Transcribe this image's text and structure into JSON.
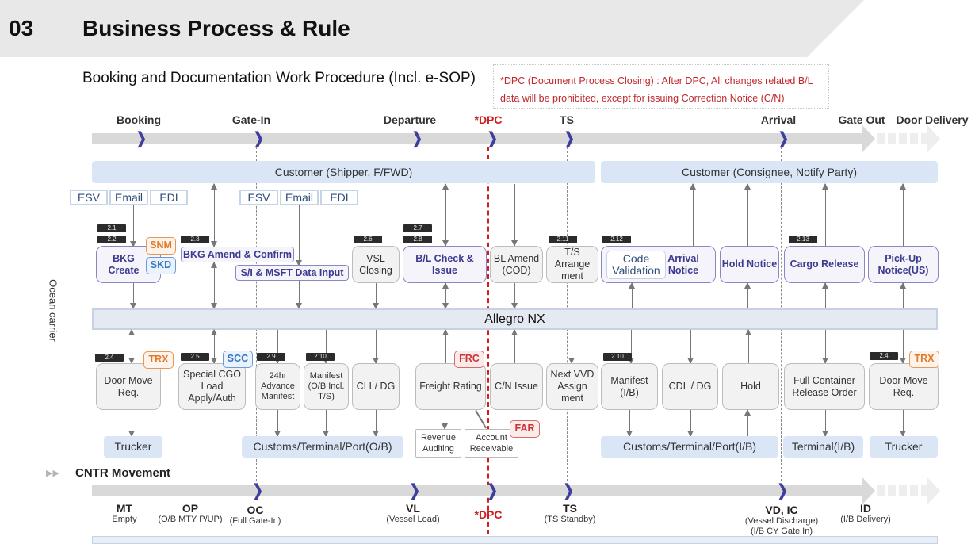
{
  "header": {
    "section_number": "03",
    "section_title": "Business Process & Rule",
    "subtitle": "Booking and Documentation Work Procedure (Incl. e-SOP)"
  },
  "note": {
    "line1": "*DPC (Document Process Closing) : After DPC,  All changes related B/L",
    "line2": "data will be prohibited, except for issuing Correction Notice (C/N)"
  },
  "milestones": {
    "booking": "Booking",
    "gate_in": "Gate-In",
    "departure": "Departure",
    "dpc": "*DPC",
    "ts": "TS",
    "arrival": "Arrival",
    "gate_out": "Gate Out",
    "door_delivery": "Door Delivery"
  },
  "lanes": {
    "customer_ob": "Customer (Shipper, F/FWD)",
    "customer_ib": "Customer (Consignee, Notify Party)",
    "allegro": "Allegro NX",
    "ocean_carrier": "Ocean carrier",
    "trucker": "Trucker",
    "customs_ob": "Customs/Terminal/Port(O/B)",
    "customs_ib": "Customs/Terminal/Port(I/B)",
    "terminal_ib": "Terminal(I/B)"
  },
  "channels": {
    "esv": "ESV",
    "email": "Email",
    "edi": "EDI"
  },
  "tags": {
    "t21": "2.1",
    "t22": "2.2",
    "t23": "2.3",
    "t24": "2.4",
    "t25": "2.5",
    "t26": "2.6",
    "t27": "2.7",
    "t28": "2.8",
    "t29": "2.9",
    "t210": "2.10",
    "t211": "2.11",
    "t212": "2.12",
    "t213": "2.13"
  },
  "upper_boxes": {
    "bkg_create": "BKG Create",
    "bkg_amend": "BKG Amend & Confirm",
    "si_msft": "S/I & MSFT Data Input",
    "vsl_closing": "VSL Closing",
    "bl_check": "B/L Check & Issue",
    "bl_amend": "BL Amend (COD)",
    "ts_arrangement": "T/S Arrange ment",
    "code_validation": "Code Validation",
    "arrival_notice": "Arrival Notice",
    "hold_notice": "Hold Notice",
    "cargo_release": "Cargo Release",
    "pickup_notice": "Pick-Up Notice(US)"
  },
  "lower_boxes": {
    "door_move_ob": "Door Move Req.",
    "special_cgo": "Special CGO Load Apply/Auth",
    "advance_manifest": "24hr Advance Manifest",
    "manifest_ob": "Manifest (O/B Incl. T/S)",
    "cll_dg": "CLL/ DG",
    "freight_rating": "Freight Rating",
    "revenue_auditing": "Revenue Auditing",
    "account_receivable": "Account Receivable",
    "cn_issue": "C/N Issue",
    "next_vvd": "Next VVD Assign ment",
    "manifest_ib": "Manifest (I/B)",
    "cdl_dg": "CDL / DG",
    "hold": "Hold",
    "full_container": "Full Container Release Order",
    "door_move_ib": "Door Move Req."
  },
  "badges": {
    "snm": "SNM",
    "skd": "SKD",
    "trx": "TRX",
    "scc": "SCC",
    "frc": "FRC",
    "far": "FAR"
  },
  "cntr": {
    "title": "CNTR Movement",
    "items": [
      {
        "code": "MT",
        "desc": "Empty"
      },
      {
        "code": "OP",
        "desc": "(O/B MTY P/UP)"
      },
      {
        "code": "OC",
        "desc": "(Full Gate-In)"
      },
      {
        "code": "VL",
        "desc": "(Vessel Load)"
      },
      {
        "code": "*DPC",
        "desc": ""
      },
      {
        "code": "TS",
        "desc": "(TS Standby)"
      },
      {
        "code": "VD, IC",
        "desc": "(Vessel Discharge)",
        "desc2": "(I/B CY Gate In)"
      },
      {
        "code": "ID",
        "desc": "(I/B Delivery)"
      }
    ]
  },
  "colors": {
    "accent_navy": "#3d3f9e",
    "dpc_red": "#cc1f1f",
    "lane_blue": "#dae6f5",
    "badge_orange": "#e07b2d",
    "badge_blue": "#3b78c4",
    "badge_red": "#c93535"
  }
}
